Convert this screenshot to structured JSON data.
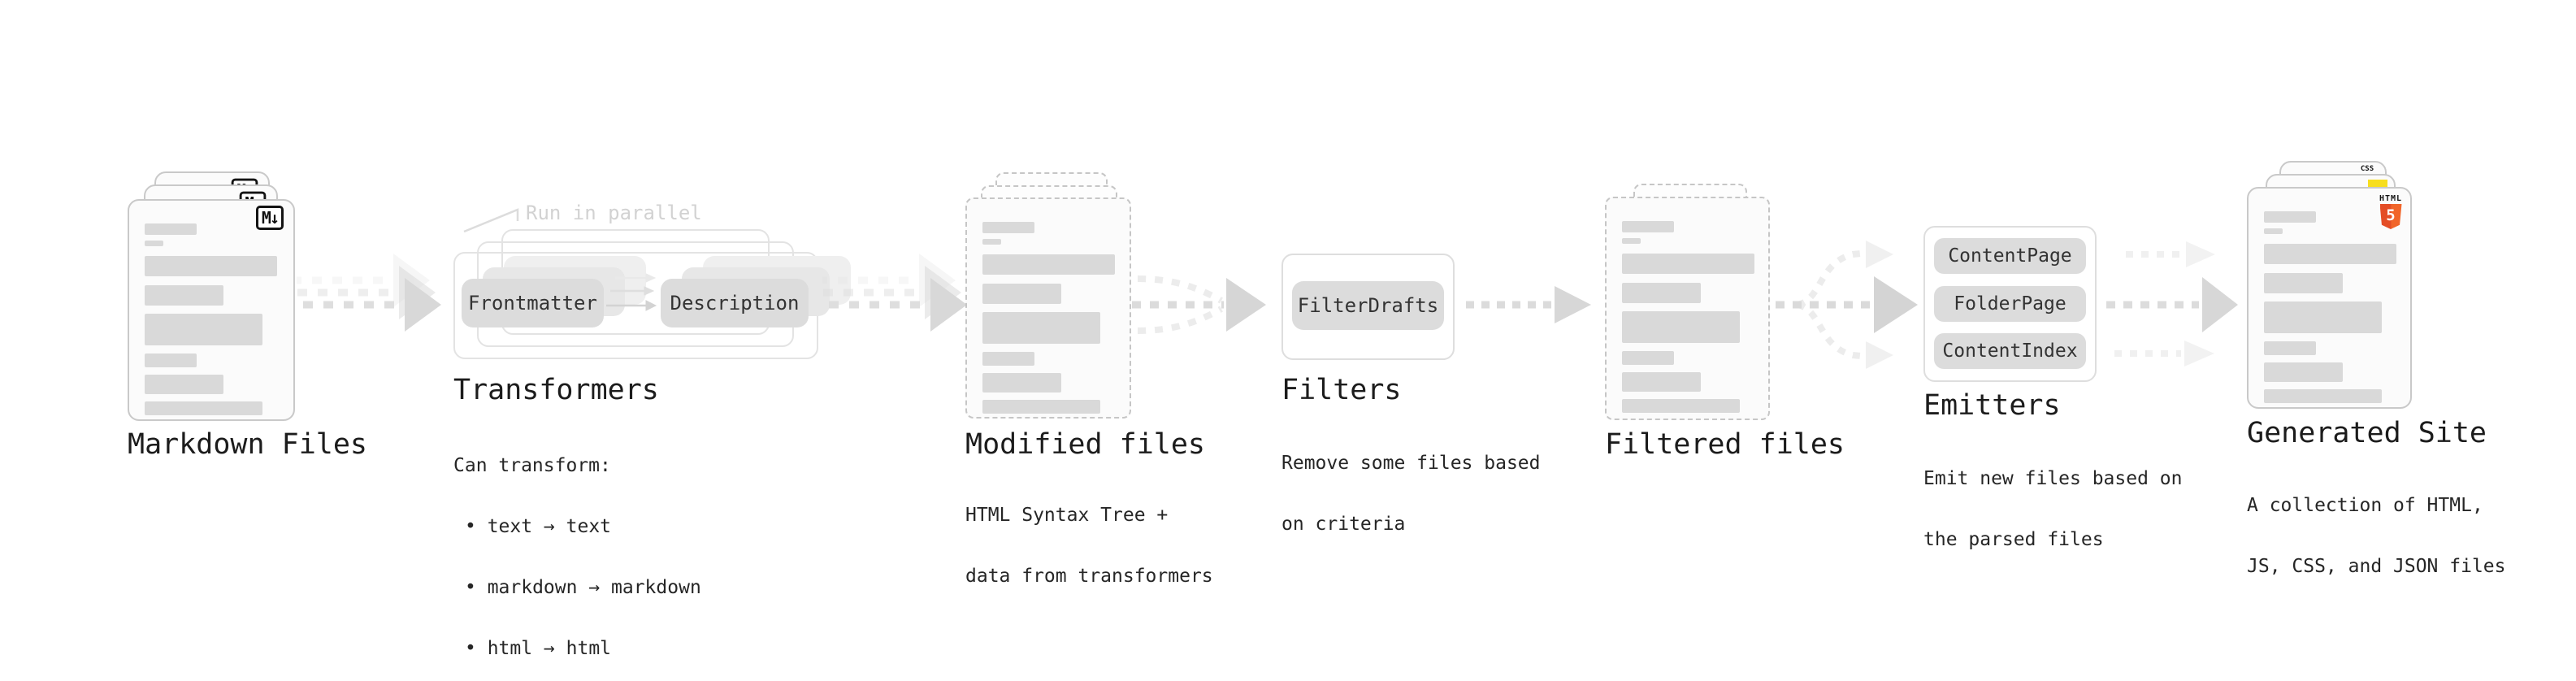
{
  "markdown_files": {
    "title": "Markdown Files",
    "icon": "M↓"
  },
  "transformers": {
    "title": "Transformers",
    "note": "Run in parallel",
    "pill_from": "Frontmatter",
    "pill_to": "Description",
    "desc_heading": "Can transform:",
    "bullet1": "• text → text",
    "bullet2": "• markdown → markdown",
    "bullet3": "• html → html"
  },
  "modified_files": {
    "title": "Modified files",
    "desc_line1": "HTML Syntax Tree +",
    "desc_line2": "data from transformers"
  },
  "filters": {
    "title": "Filters",
    "pill": "FilterDrafts",
    "desc_line1": "Remove some files based",
    "desc_line2": "on criteria"
  },
  "filtered_files": {
    "title": "Filtered files"
  },
  "emitters": {
    "title": "Emitters",
    "pill1": "ContentPage",
    "pill2": "FolderPage",
    "pill3": "ContentIndex",
    "desc_line1": "Emit new files based on",
    "desc_line2": "the parsed files"
  },
  "generated_site": {
    "title": "Generated Site",
    "desc_line1": "A collection of HTML,",
    "desc_line2": "JS, CSS, and JSON files",
    "html5_label": "HTML",
    "html5_number": "5",
    "css_label": "CSS"
  },
  "colors": {
    "html5_orange": "#f16529",
    "js_yellow": "#f7de1e",
    "css_blue": "#2962ef",
    "bar_gray": "#d9d9d9",
    "arrow_gray": "#d8d8d8"
  }
}
